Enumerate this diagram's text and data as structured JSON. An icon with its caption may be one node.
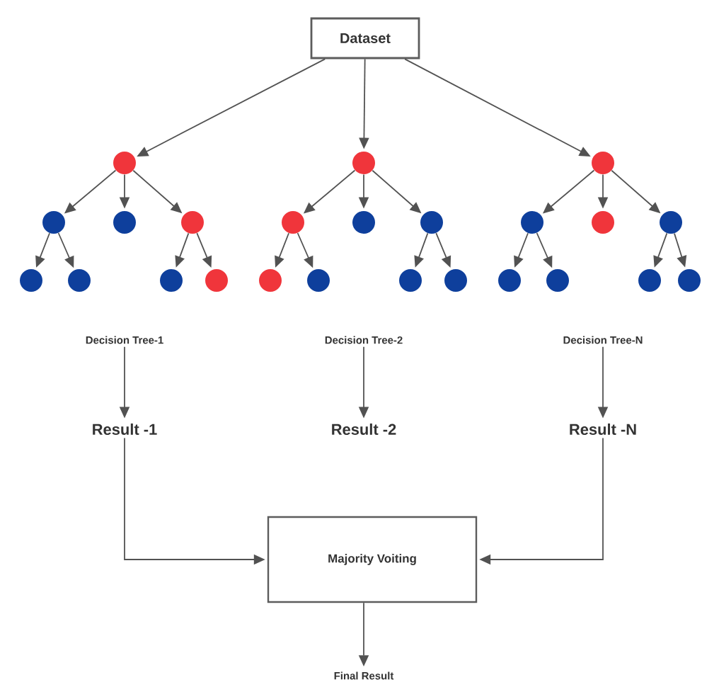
{
  "diagram": {
    "nodes": [
      {
        "text": [
          "Dataset"
        ]
      },
      {
        "text": [],
        "shape": "circle"
      },
      {
        "text": [],
        "shape": "circle"
      },
      {
        "text": [],
        "shape": "circle"
      },
      {
        "text": [],
        "shape": "circle"
      },
      {
        "text": [],
        "shape": "circle"
      },
      {
        "text": [],
        "shape": "circle"
      },
      {
        "text": [],
        "shape": "circle"
      },
      {
        "text": [],
        "shape": "circle"
      },
      {
        "text": [],
        "shape": "circle"
      },
      {
        "text": [],
        "shape": "circle"
      },
      {
        "text": [],
        "shape": "circle"
      },
      {
        "text": [],
        "shape": "circle"
      },
      {
        "text": [],
        "shape": "circle"
      },
      {
        "text": [],
        "shape": "circle"
      },
      {
        "text": [],
        "shape": "circle"
      },
      {
        "text": [],
        "shape": "circle"
      },
      {
        "text": [],
        "shape": "circle"
      },
      {
        "text": [],
        "shape": "circle"
      },
      {
        "text": [],
        "shape": "circle"
      },
      {
        "text": [],
        "shape": "circle"
      },
      {
        "text": [],
        "shape": "circle"
      },
      {
        "text": [],
        "shape": "circle"
      },
      {
        "text": [],
        "shape": "circle"
      },
      {
        "text": [],
        "shape": "circle"
      },
      {
        "text": [
          "Decision Tree-1"
        ]
      },
      {
        "text": [
          "Decision Tree-2"
        ]
      },
      {
        "text": [
          "Decision Tree-N"
        ]
      },
      {
        "text": [
          "Result -1"
        ]
      },
      {
        "text": [
          "Result -2"
        ]
      },
      {
        "text": [
          "Result -N"
        ]
      },
      {
        "text": [
          "Majority Voiting"
        ]
      },
      {
        "text": [
          "Final Result"
        ]
      }
    ],
    "edges": [
      {
        "from": 0,
        "to": 1,
        "arrow": "to"
      },
      {
        "from": 0,
        "to": 9,
        "arrow": "to"
      },
      {
        "from": 0,
        "to": 17,
        "arrow": "to"
      },
      {
        "from": 1,
        "to": 2,
        "arrow": "to"
      },
      {
        "from": 1,
        "to": 3,
        "arrow": "to"
      },
      {
        "from": 1,
        "to": 4,
        "arrow": "to"
      },
      {
        "from": 2,
        "to": 5,
        "arrow": "to"
      },
      {
        "from": 2,
        "to": 6,
        "arrow": "to"
      },
      {
        "from": 4,
        "to": 7,
        "arrow": "to"
      },
      {
        "from": 4,
        "to": 8,
        "arrow": "to"
      },
      {
        "from": 9,
        "to": 10,
        "arrow": "to"
      },
      {
        "from": 9,
        "to": 11,
        "arrow": "to"
      },
      {
        "from": 9,
        "to": 12,
        "arrow": "to"
      },
      {
        "from": 10,
        "to": 13,
        "arrow": "to"
      },
      {
        "from": 10,
        "to": 14,
        "arrow": "to"
      },
      {
        "from": 12,
        "to": 15,
        "arrow": "to"
      },
      {
        "from": 12,
        "to": 16,
        "arrow": "to"
      },
      {
        "from": 17,
        "to": 18,
        "arrow": "to"
      },
      {
        "from": 17,
        "to": 19,
        "arrow": "to"
      },
      {
        "from": 17,
        "to": 20,
        "arrow": "to"
      },
      {
        "from": 18,
        "to": 21,
        "arrow": "to"
      },
      {
        "from": 18,
        "to": 22,
        "arrow": "to"
      },
      {
        "from": 20,
        "to": 23,
        "arrow": "to"
      },
      {
        "from": 20,
        "to": 24,
        "arrow": "to"
      },
      {
        "from": 25,
        "to": 28,
        "arrow": "to"
      },
      {
        "from": 26,
        "to": 29,
        "arrow": "to"
      },
      {
        "from": 27,
        "to": 30,
        "arrow": "to"
      },
      {
        "from": 28,
        "to": 31,
        "arrow": "to"
      },
      {
        "from": 30,
        "to": 31,
        "arrow": "to"
      },
      {
        "from": 31,
        "to": 32,
        "arrow": "to"
      }
    ]
  }
}
